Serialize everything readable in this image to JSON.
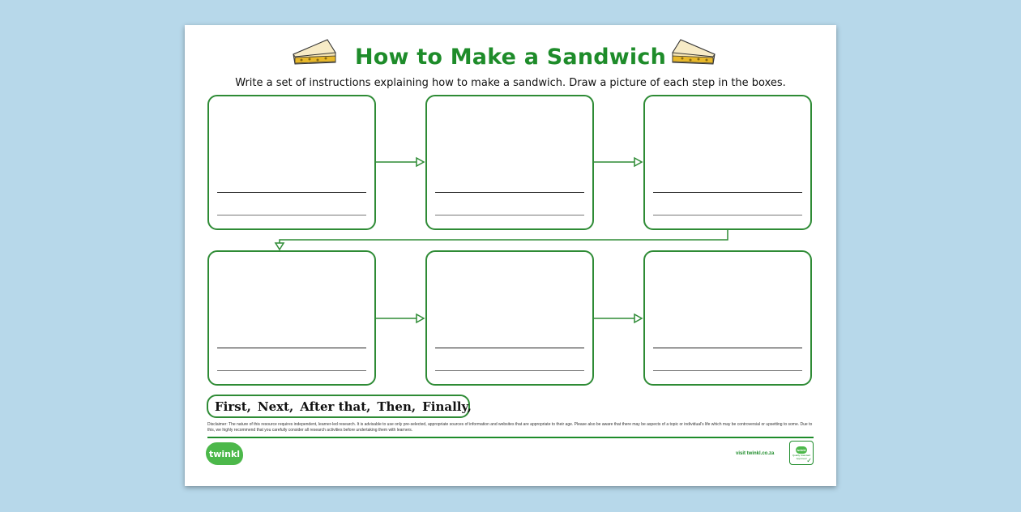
{
  "worksheet": {
    "title": "How to Make a Sandwich",
    "instructions": "Write a set of instructions explaining how to make a sandwich. Draw a picture of each step in the boxes.",
    "step_boxes": [
      {
        "row": 1,
        "col": 1
      },
      {
        "row": 1,
        "col": 2
      },
      {
        "row": 1,
        "col": 3
      },
      {
        "row": 2,
        "col": 1
      },
      {
        "row": 2,
        "col": 2
      },
      {
        "row": 2,
        "col": 3
      }
    ],
    "sequencing_words": [
      "First,",
      "Next,",
      "After that,",
      "Then,",
      "Finally,"
    ],
    "disclaimer": "Disclaimer: The nature of this resource requires independent, learner-led research. It is advisable to use only pre-selected, appropriate sources of information and websites that are appropriate to their age. Please also be aware that there may be aspects of a topic or individual's life which may be controversial or upsetting to some. Due to this, we highly recommend that you carefully consider all research activities before undertaking them with learners.",
    "footer": {
      "logo_text": "twinkl",
      "visit_text": "visit twinkl.co.za",
      "badge_logo": "twinkl",
      "badge_text": "Quality Standard Approved"
    }
  },
  "colors": {
    "background": "#b7d8ea",
    "accent_green": "#1e8c2a",
    "box_border": "#2e8b35"
  },
  "icons": [
    "sandwich-icon",
    "arrow-right-icon",
    "arrow-down-icon",
    "quality-badge-icon"
  ]
}
